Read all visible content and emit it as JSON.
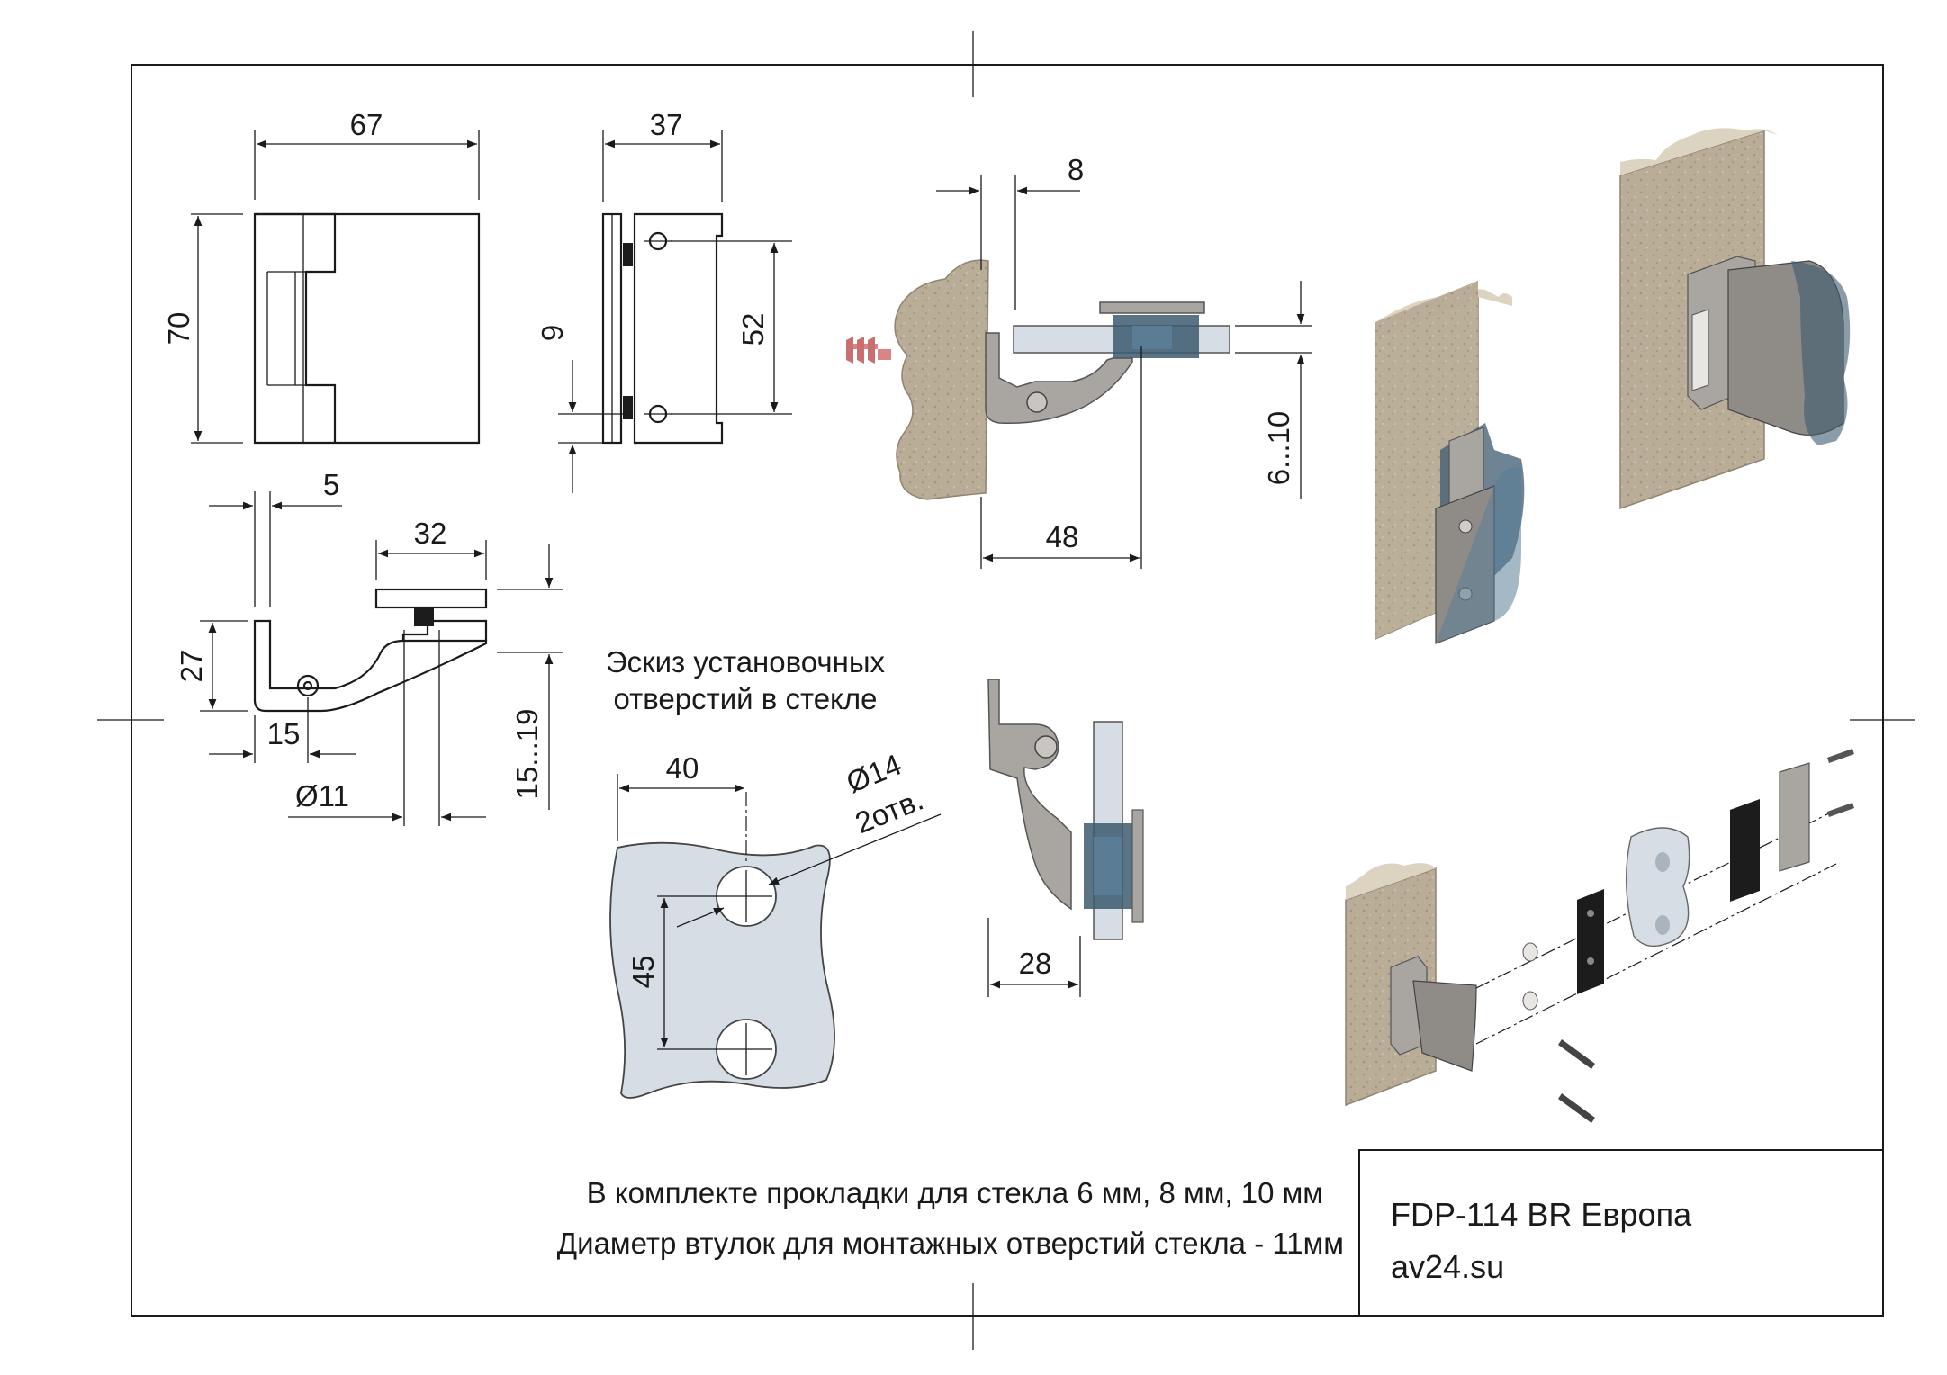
{
  "dims": {
    "width_67": "67",
    "height_70": "70",
    "depth_37": "37",
    "holes_52": "52",
    "offset_9": "9",
    "gap_5": "5",
    "plate_32": "32",
    "h_27": "27",
    "offset_15": "15",
    "bushing_d11": "Ø11",
    "range_15_19": "15...19",
    "clear_8": "8",
    "glass_6_10": "6...10",
    "reach_48": "48",
    "reach_28": "28",
    "spacing_40": "40",
    "spacing_45": "45",
    "hole_d14": "Ø14",
    "hole_count": "2отв."
  },
  "sketch_caption": [
    "Эскиз установочных",
    "отверстий в стекле"
  ],
  "notes": [
    "В комплекте прокладки для стекла 6 мм, 8 мм, 10 мм",
    "Диаметр втулок для монтажных отверстий стекла - 11мм"
  ],
  "title_block": {
    "model": "FDP-114 BR Европа",
    "site": "av24.su"
  },
  "colors": {
    "wall": "#b9ad97",
    "metal": "#a9a6a2",
    "glass": "#d6dde4",
    "glass_tint": "#3d5a70",
    "plug": "#d98585",
    "gasket": "#1c1c1c"
  }
}
